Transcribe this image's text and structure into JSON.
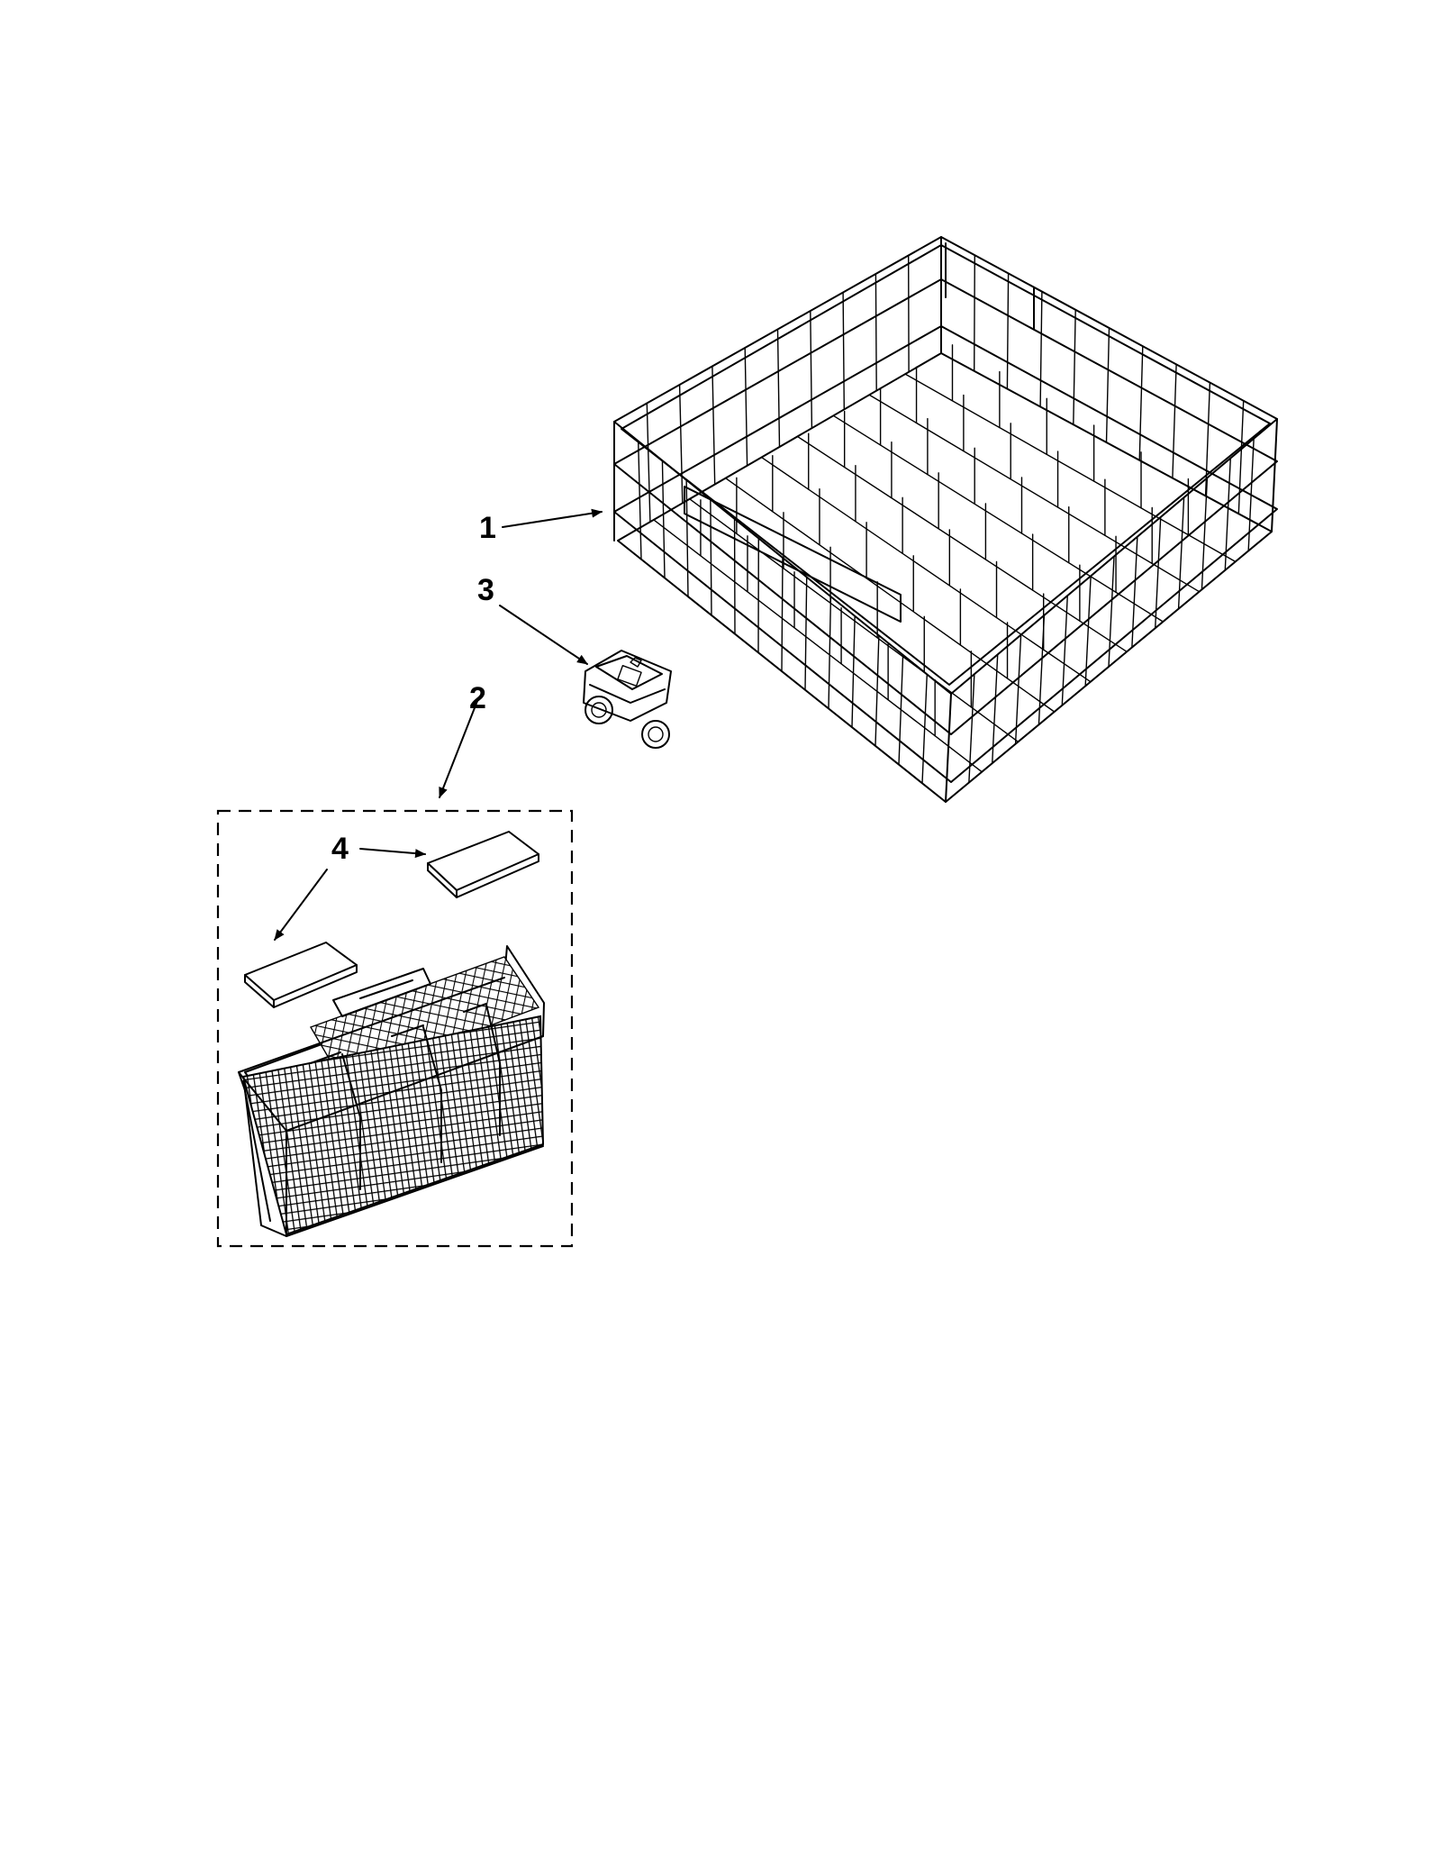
{
  "diagram": {
    "callouts": [
      {
        "id": "1",
        "label": "1"
      },
      {
        "id": "2",
        "label": "2"
      },
      {
        "id": "3",
        "label": "3"
      },
      {
        "id": "4",
        "label": "4"
      }
    ],
    "parts": [
      {
        "callout": "1",
        "part_icon": "dish-rack-icon"
      },
      {
        "callout": "2",
        "part_icon": "silverware-basket-icon"
      },
      {
        "callout": "3",
        "part_icon": "rack-wheel-assembly-icon"
      },
      {
        "callout": "4",
        "part_icon": "basket-lid-icon"
      }
    ],
    "colors": {
      "line": "#000000",
      "background": "#ffffff"
    }
  }
}
